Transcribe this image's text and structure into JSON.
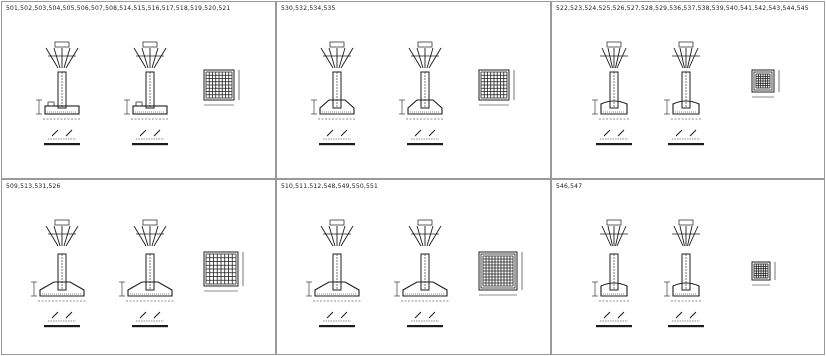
{
  "panels": [
    {
      "id": "p1",
      "header": "501,502,503,504,505,506,507,508,514,515,516,517,518,519,520,521",
      "col": 0,
      "row": 0,
      "footing_style": "pedestal-rect",
      "plan_style": "dense-grid",
      "captions": [
        "SECTION",
        "SECTION"
      ]
    },
    {
      "id": "p2",
      "header": "530,532,534,535",
      "col": 1,
      "row": 0,
      "footing_style": "sloped",
      "plan_style": "dense-grid",
      "captions": [
        "SECTION",
        "SECTION"
      ]
    },
    {
      "id": "p3",
      "header": "522,523,524,525,526,527,528,529,536,537,538,539,540,541,542,543,544,545",
      "col": 2,
      "row": 0,
      "footing_style": "small-rect",
      "plan_style": "framed",
      "captions": [
        "SECTION",
        "SECTION"
      ]
    },
    {
      "id": "p4",
      "header": "509,513,531,526",
      "col": 0,
      "row": 1,
      "footing_style": "wide-sloped",
      "plan_style": "dense-grid",
      "captions": [
        "SECTION",
        "SECTION"
      ]
    },
    {
      "id": "p5",
      "header": "510,511,512,548,549,550,551",
      "col": 1,
      "row": 1,
      "footing_style": "wide-sloped",
      "plan_style": "framed-large",
      "captions": [
        "SECTION",
        "SECTION"
      ]
    },
    {
      "id": "p6",
      "header": "546,547",
      "col": 2,
      "row": 1,
      "footing_style": "small-rect",
      "plan_style": "small-grid",
      "captions": [
        "SECTION",
        "SECTION"
      ]
    }
  ]
}
